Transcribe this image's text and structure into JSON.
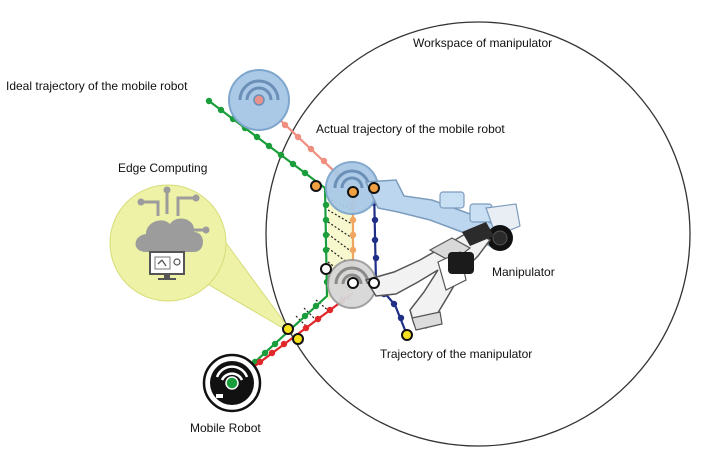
{
  "labels": {
    "workspace": "Workspace of manipulator",
    "ideal_trajectory": "Ideal trajectory of the mobile robot",
    "actual_trajectory": "Actual trajectory of the mobile robot",
    "edge_computing": "Edge Computing",
    "manipulator": "Manipulator",
    "manipulator_trajectory": "Trajectory of the manipulator",
    "mobile_robot": "Mobile Robot"
  },
  "colors": {
    "ideal_trajectory": "#1a9e3c",
    "actual_trajectory": "#e0282a",
    "manipulator_trajectory": "#1f2f86",
    "mobile_robot_path_light": "#f08f7f",
    "mobile_robot_path_orange": "#f0a560",
    "edge_bubble": "#eef2a6",
    "marker_orange": "#f0a040",
    "marker_yellow": "#f5e21c",
    "robot_blue": "#a9c9e6",
    "workspace_line": "#333333"
  },
  "icons": [
    "cloud-icon",
    "monitor-icon",
    "mobile-robot-icon",
    "manipulator-arm-icon"
  ]
}
